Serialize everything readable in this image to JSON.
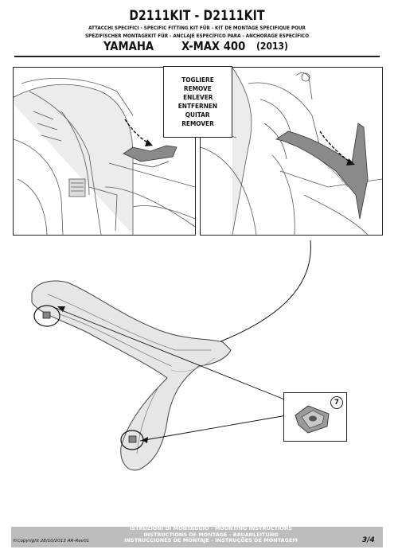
{
  "header": {
    "kit_code": "D2111KIT - D2111KIT",
    "subline1": "ATTACCHI SPECIFICI - SPECIFIC FITTING KIT FÜR - KIT DE MONTAGE SPECIFIQUE POUR",
    "subline2": "SPEZIFISCHER MONTAGEKIT FÜR - ANCLAJE ESPECÍFICO PARA - ANCHORAGE ESPECÍFICO",
    "brand": "YAMAHA",
    "model": "X-MAX 400",
    "year": "(2013)"
  },
  "remove_box": {
    "lines": [
      "TOGLIERE",
      "REMOVE",
      "ENLEVER",
      "ENTFERNEN",
      "QUITAR",
      "REMOVER"
    ]
  },
  "callout": {
    "step_number": "7"
  },
  "footer": {
    "copyright": "©Copyright 28/10/2013 AR-Rev01",
    "lines": [
      "ISTRUZIONI DI MONTAGGIO  -  MOUNTING INSTRUCTIONS",
      "INSTRUCTIONS DE MONTAGE - BAUANLEITUNG",
      "INSTRUCCIONES DE MONTAJE - INSTRUÇÕES DE MONTAGEM"
    ],
    "page": "3/4"
  }
}
